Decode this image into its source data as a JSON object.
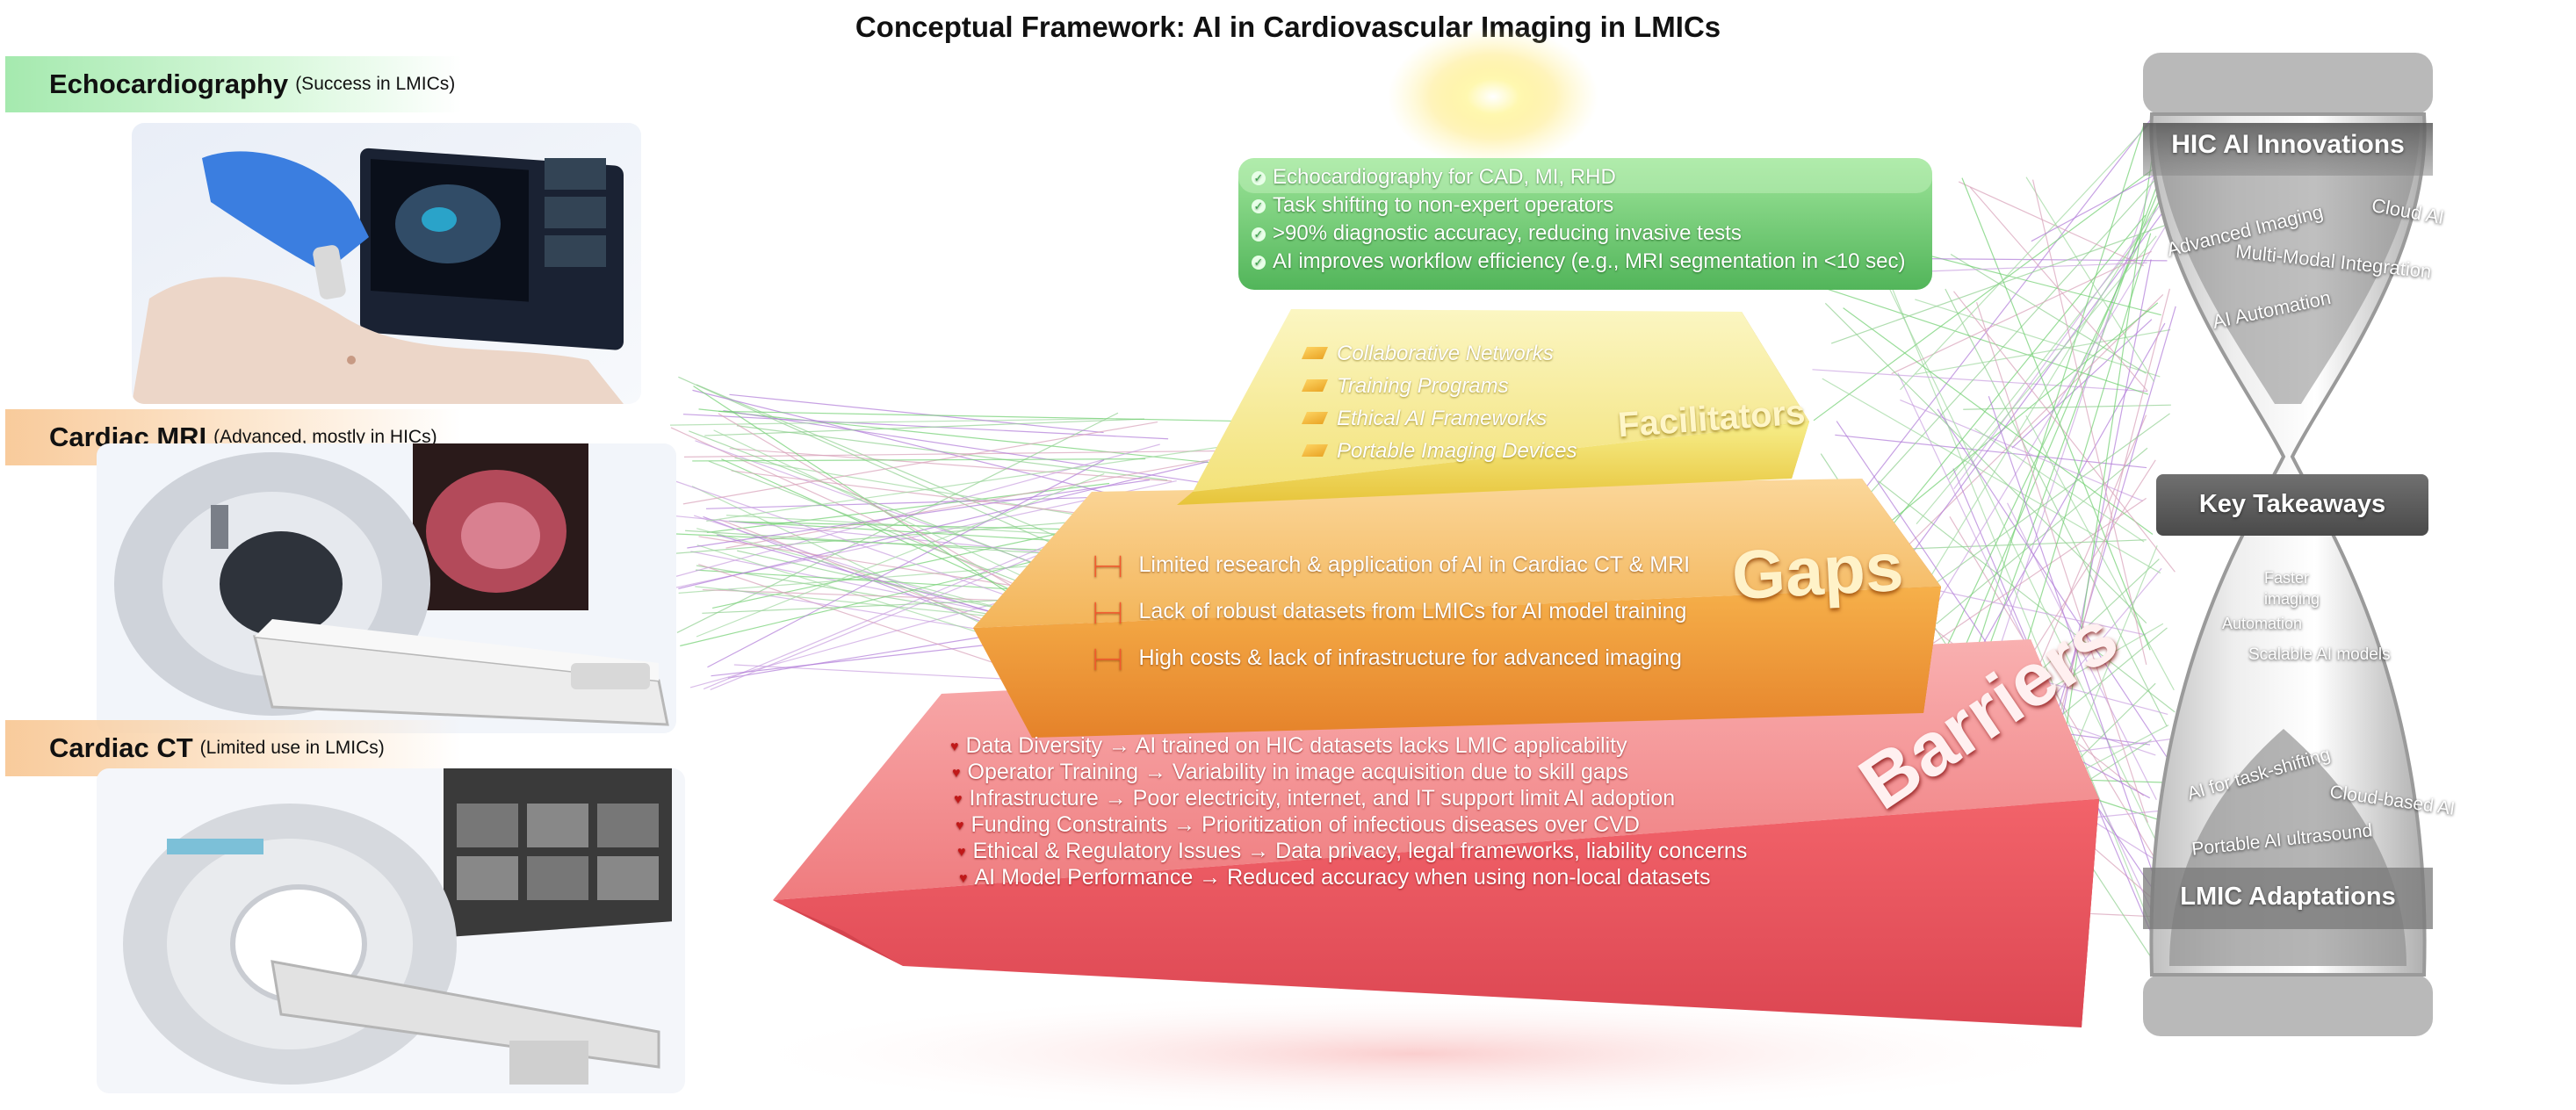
{
  "title": "Conceptual Framework: AI in Cardiovascular Imaging in LMICs",
  "modalities": [
    {
      "name": "Echocardiography",
      "note": "(Success in LMICs)"
    },
    {
      "name": "Cardiac MRI",
      "note": "(Advanced, mostly in HICs)"
    },
    {
      "name": "Cardiac CT",
      "note": "(Limited use in LMICs)"
    }
  ],
  "pyramid": {
    "top": {
      "items": [
        "Echocardiography for CAD, MI, RHD",
        "Task shifting to non-expert operators",
        ">90% diagnostic accuracy, reducing invasive tests",
        "AI improves workflow efficiency (e.g., MRI segmentation in <10 sec)"
      ]
    },
    "facilitators": {
      "label": "Facilitators",
      "items": [
        "Collaborative Networks",
        "Training Programs",
        "Ethical AI Frameworks",
        "Portable Imaging Devices"
      ]
    },
    "gaps": {
      "label": "Gaps",
      "items": [
        "Limited research & application of AI in Cardiac CT & MRI",
        "Lack of robust datasets from LMICs for AI model training",
        "High costs & lack of infrastructure for advanced imaging"
      ]
    },
    "barriers": {
      "label": "Barriers",
      "items": [
        "Data Diversity → AI trained on HIC datasets lacks LMIC applicability",
        "Operator Training → Variability in image acquisition due to skill gaps",
        "Infrastructure → Poor electricity, internet, and IT support limit AI adoption",
        "Funding Constraints → Prioritization of infectious diseases over CVD",
        "Ethical & Regulatory Issues → Data privacy, legal frameworks, liability concerns",
        "AI Model Performance → Reduced accuracy when using non-local datasets"
      ]
    }
  },
  "hourglass": {
    "top_title": "HIC AI Innovations",
    "top_items": [
      "Advanced Imaging",
      "Cloud AI",
      "Multi-Modal Integration",
      "AI Automation"
    ],
    "middle_title": "Key Takeaways",
    "middle_items": [
      "Faster",
      "imaging",
      "Automation",
      "Scalable AI models"
    ],
    "bottom_items": [
      "AI for task-shifting",
      "Cloud-based AI",
      "Portable AI ultrasound"
    ],
    "bottom_title": "LMIC Adaptations"
  },
  "colors": {
    "green": "#7ed07e",
    "yellow": "#f2d640",
    "orange": "#f0a030",
    "red": "#e8505a",
    "label_green": "#a0e8aa",
    "label_orange": "#f8c896"
  },
  "icons": [
    "check-icon",
    "triangle-bullet-icon",
    "bracket-icon",
    "heart-bullet-icon",
    "hourglass-icon",
    "sun-glow-icon"
  ]
}
